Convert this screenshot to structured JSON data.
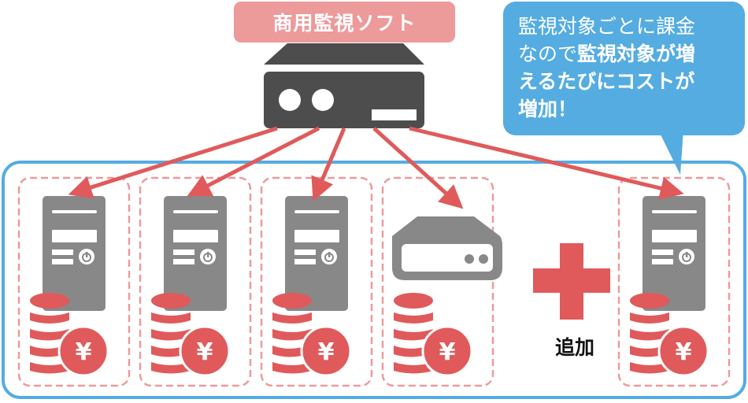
{
  "title": "商用監視ソフト",
  "callout": {
    "lines": [
      [
        {
          "text": "監視対象ごとに課金",
          "bold": false
        }
      ],
      [
        {
          "text": "なので",
          "bold": false
        },
        {
          "text": "監視対象が増",
          "bold": true
        }
      ],
      [
        {
          "text": "えるたびにコスト",
          "bold": true
        },
        {
          "text": "が",
          "bold": true
        }
      ],
      [
        {
          "text": "増加！",
          "bold": true
        }
      ]
    ]
  },
  "add_label": "追加",
  "monitoring_server": {
    "icon": "server-appliance-icon"
  },
  "targets": [
    {
      "type": "tower-server",
      "icon": "tower-server-icon",
      "cost_icon": "yen-coins-icon"
    },
    {
      "type": "tower-server",
      "icon": "tower-server-icon",
      "cost_icon": "yen-coins-icon"
    },
    {
      "type": "tower-server",
      "icon": "tower-server-icon",
      "cost_icon": "yen-coins-icon"
    },
    {
      "type": "storage",
      "icon": "storage-drive-icon",
      "cost_icon": "yen-coins-icon"
    },
    {
      "type": "tower-server",
      "icon": "tower-server-icon",
      "cost_icon": "yen-coins-icon",
      "added": true
    }
  ],
  "yen_symbol": "¥",
  "colors": {
    "title_badge": "#ed9a9b",
    "callout": "#55ace1",
    "group_border": "#55ace1",
    "target_border": "#ee9a9b",
    "arrow": "#e05a5b",
    "coin": "#e05a5b",
    "device_gray": "#888888",
    "server_dark": "#4d4d4d",
    "plus": "#e05a5b"
  }
}
